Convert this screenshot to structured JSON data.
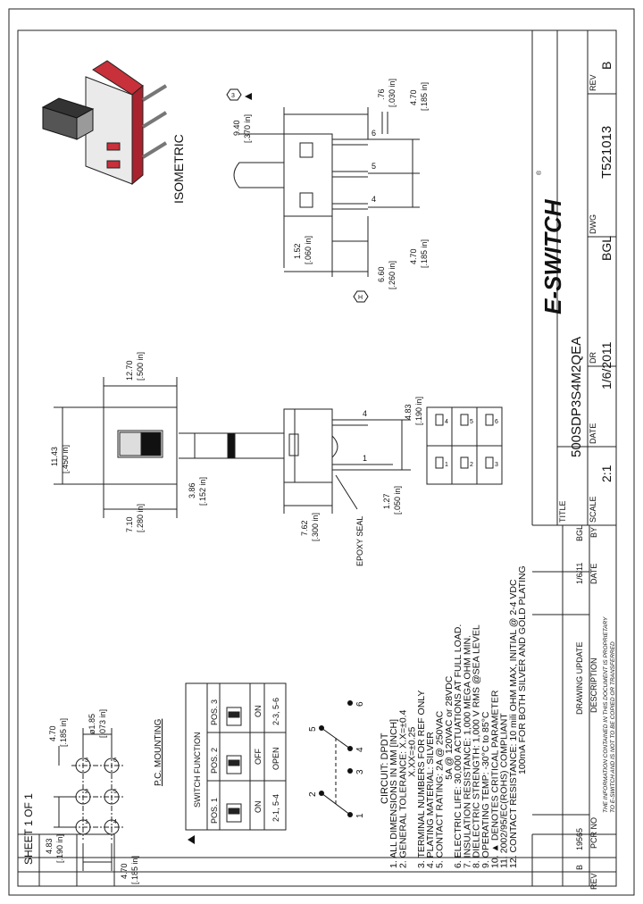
{
  "sheet": "SHEET 1 OF 1",
  "title_block": {
    "rev_label": "REV",
    "rev_value": "B",
    "dwg_label": "DWG",
    "dwg_value": "T521013",
    "dr_label": "DR",
    "dr_value": "BGL",
    "date_label": "DATE",
    "date_value": "1/6/2011",
    "scale_label": "SCALE",
    "scale_value": "2:1",
    "title_label": "TITLE",
    "title_value": "500SDP3S4M2QEA"
  },
  "revision_table": {
    "headers": [
      "REV",
      "PCR NO",
      "DESCRIPTION",
      "DATE",
      "BY"
    ],
    "rows": [
      [
        "B",
        "19565",
        "DRAWING UPDATE",
        "1/6/11",
        "BGL"
      ]
    ]
  },
  "proprietary_note": [
    "THE INFORMATION CONTAINED IN THIS DOCUMENT IS PROPRIETARY",
    "TO E-SWITCH AND IS NOT TO BE COPIED OR TRANSFERRED"
  ],
  "logo": "E-SWITCH",
  "isometric_label": "ISOMETRIC",
  "notes": [
    "1. ALL DIMENSIONS IN MM [INCH]",
    "2. GENERAL TOLERANCE: X.X=±0.4",
    "                                   X.XX=±0.25",
    "3. TERMINAL NUMBERS FOR REF ONLY",
    "4. PLATING MATERIAL: SILVER",
    "5. CONTACT RATING: 2A @ 250VAC",
    "                                  5A @ 120VAC or 28VDC",
    "6. ELECTRIC LIFE: 30,000 ACTUATIONS AT FULL LOAD.",
    "7. INSULATION RESISTANCE: 1,000 MEGA OHM MIN.",
    "8. DIELECTRIC STRENGTH: 1,000 V RMS @SEA LEVEL",
    "9. OPERATING TEMP: -30°C to 85°C",
    "10. ▲ DENOTES CRITICAL PARAMETER",
    "11. 2002/95/EC(ROHS) COMPLIANT",
    "12. CONTACT RESISTANCE: 10 mili OHM MAX, INITIAL @ 2-4 VDC",
    "                                    100mA FOR BOTH SILVER AND GOLD PLATING"
  ],
  "circuit_label": "CIRCUIT: DPDT",
  "pc_mounting_label": "P.C. MOUNTING",
  "switch_function": {
    "title": "SWITCH FUNCTION",
    "headers": [
      "POS. 1",
      "POS. 2",
      "POS. 3"
    ],
    "row1": [
      "ON",
      "OFF",
      "ON"
    ],
    "row2": [
      "2-1, 5-4",
      "OPEN",
      "2-3, 5-6"
    ]
  },
  "epoxy_seal_label": "EPOXY SEAL",
  "dims": {
    "d_483": "4.83",
    "d_190in": "[.190 in]",
    "d_470": "4.70",
    "d_185in": "[.185 in]",
    "d_185": "ø1.85",
    "d_073in": "[.073 in]",
    "d_1143": "11.43",
    "d_450in": "[.450 in]",
    "d_1270": "12.70",
    "d_500in": "[.500 in]",
    "d_710": "7.10",
    "d_280in": "[.280 in]",
    "d_386": "3.86",
    "d_152in": "[.152 in]",
    "d_762": "7.62",
    "d_300in": "[.300 in]",
    "d_127": "1.27",
    "d_050in": "[.050 in]",
    "d_940": "9.40",
    "d_370in": "[.370 in]",
    "d_076": ".76",
    "d_030in": "[.030 in]",
    "d_152": "1.52",
    "d_060in": "[.060 in]",
    "d_660": "6.60",
    "d_260in": "[.260 in]"
  },
  "pin_numbers": [
    "1",
    "2",
    "3",
    "4",
    "5",
    "6"
  ],
  "critical_markers": [
    "3",
    "H"
  ]
}
